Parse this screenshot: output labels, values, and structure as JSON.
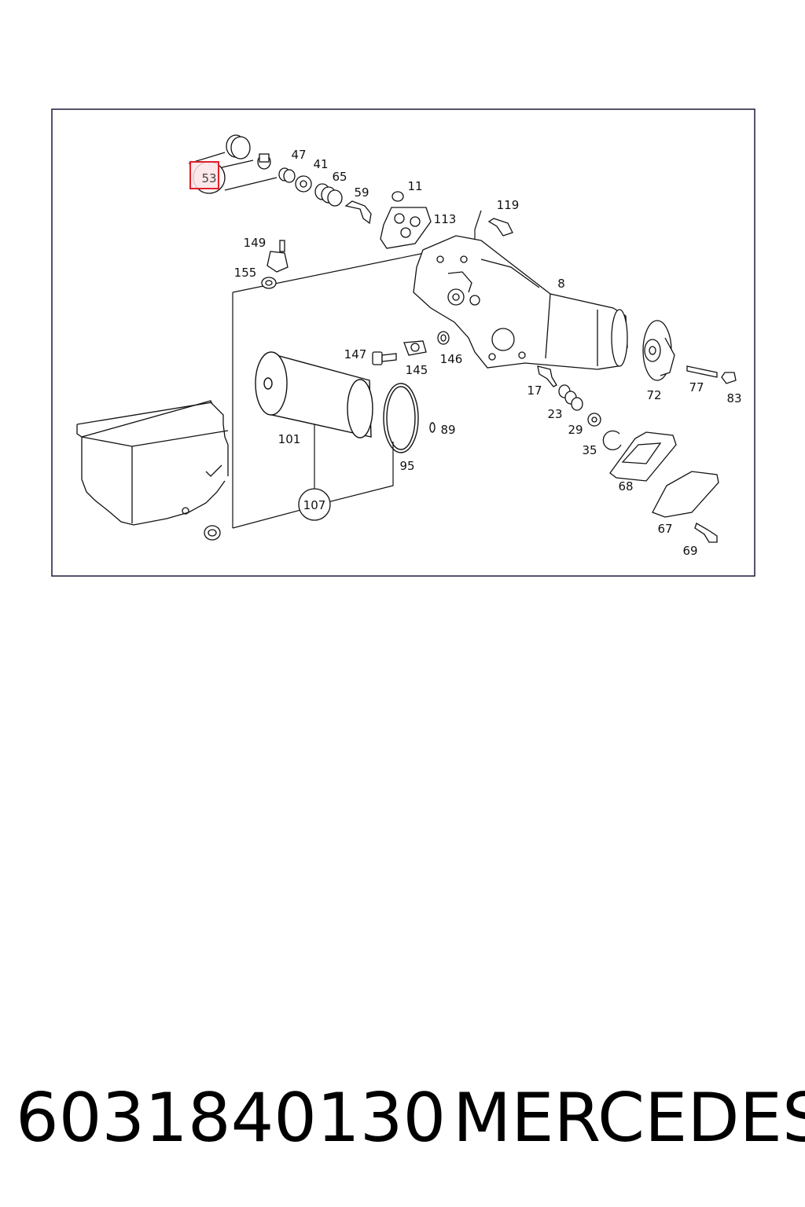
{
  "diagram": {
    "highlighted_callout": "53",
    "callouts": [
      "53",
      "107"
    ],
    "labels": [
      "47",
      "41",
      "65",
      "59",
      "11",
      "113",
      "119",
      "149",
      "155",
      "8",
      "147",
      "145",
      "146",
      "17",
      "72",
      "77",
      "83",
      "23",
      "29",
      "35",
      "68",
      "67",
      "69",
      "101",
      "89",
      "95"
    ],
    "colors": {
      "line": "#111111",
      "highlight": "#e0202a",
      "highlight_fill": "#fbe3e6",
      "frame": "#1a1a3a"
    }
  },
  "caption": {
    "part_number": "6031840130",
    "brand": "MERCEDES"
  }
}
